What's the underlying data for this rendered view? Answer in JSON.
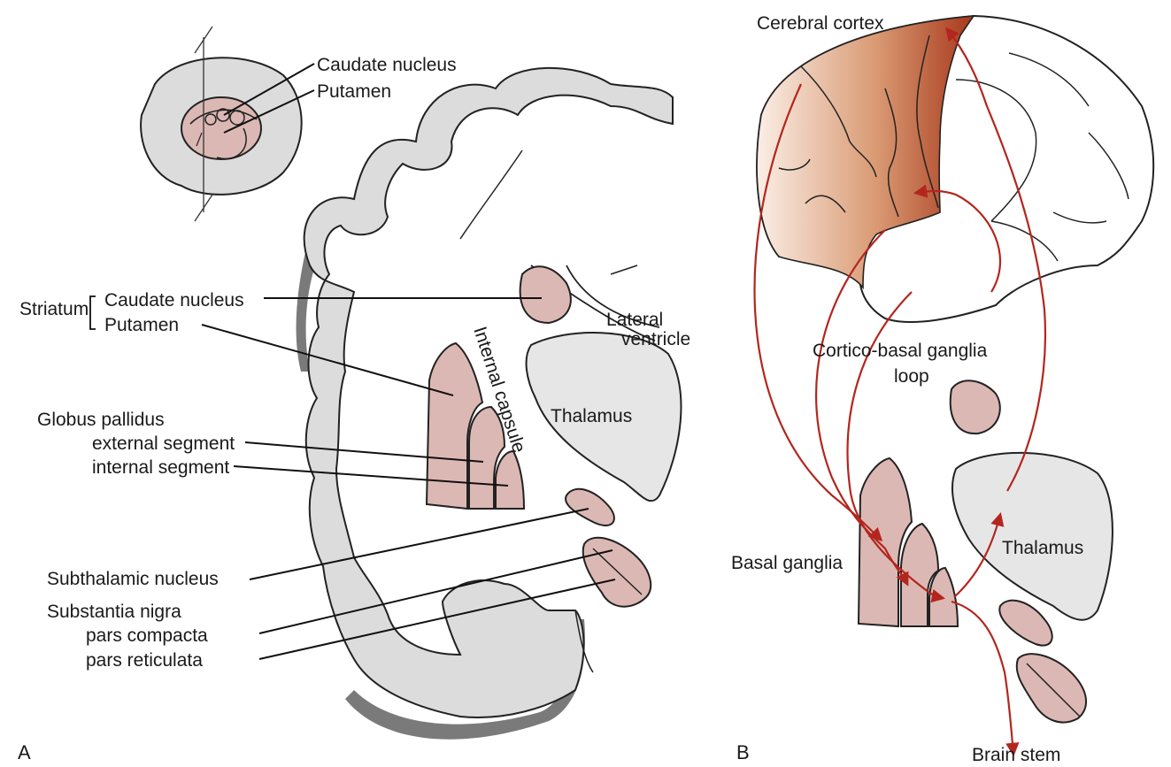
{
  "colors": {
    "pathway": "#b3261e",
    "nucleus_fill": "#dcb8b4",
    "cortex_gray": "#dcdcdc",
    "thalamus_fill": "#e6e6e6"
  },
  "panel_a": {
    "letter": "A",
    "inset": {
      "caudate": "Caudate nucleus",
      "putamen": "Putamen"
    },
    "striatum": "Striatum",
    "caudate": "Caudate nucleus",
    "putamen": "Putamen",
    "internal_capsule": "Internal capsule",
    "lateral_ventricle_1": "Lateral",
    "lateral_ventricle_2": "ventricle",
    "thalamus": "Thalamus",
    "globus_pallidus": "Globus pallidus",
    "external_segment": "external segment",
    "internal_segment": "internal segment",
    "subthalamic": "Subthalamic nucleus",
    "substantia_nigra": "Substantia nigra",
    "pars_compacta": "pars compacta",
    "pars_reticulata": "pars reticulata"
  },
  "panel_b": {
    "letter": "B",
    "cerebral_cortex": "Cerebral cortex",
    "loop_1": "Cortico-basal ganglia",
    "loop_2": "loop",
    "thalamus": "Thalamus",
    "basal_ganglia": "Basal ganglia",
    "brain_stem": "Brain stem"
  }
}
